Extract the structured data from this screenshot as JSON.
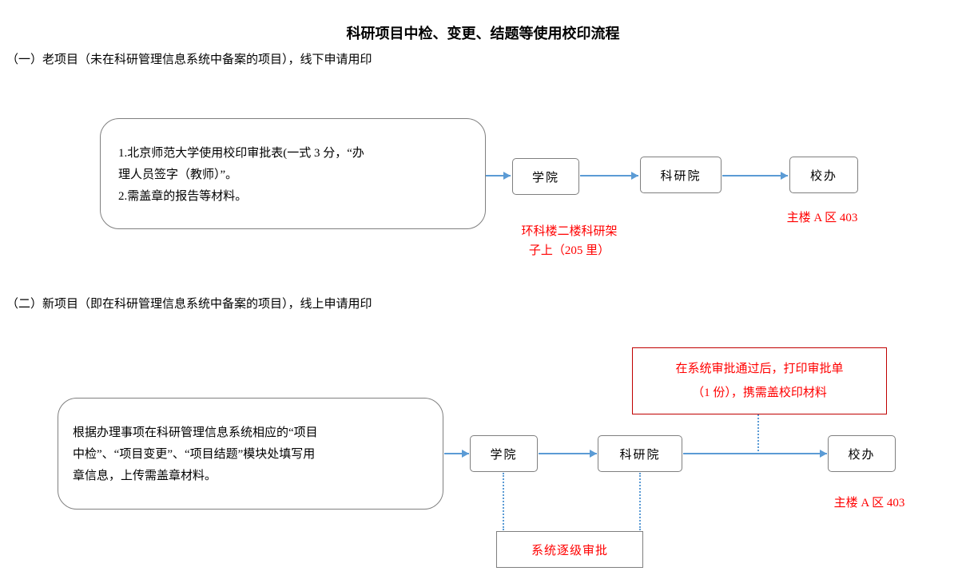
{
  "title": "科研项目中检、变更、结题等使用校印流程",
  "colors": {
    "arrow_blue": "#5B9BD5",
    "note_red": "#FF0000",
    "box_border_gray": "#7f7f7f",
    "red_box_border": "#C00000"
  },
  "section1": {
    "heading": "（一）老项目（未在科研管理信息系统中备案的项目），线下申请用印",
    "materials": "1.北京师范大学使用校印审批表(一式 3 分，“办\n理人员签字（教师）”。\n2.需盖章的报告等材料。",
    "node_college": "学院",
    "node_research": "科研院",
    "node_office": "校办",
    "note_location_college": "环科楼二楼科研架\n子上（205 里）",
    "note_location_office": "主楼 A 区 403"
  },
  "section2": {
    "heading": "（二）新项目（即在科研管理信息系统中备案的项目），线上申请用印",
    "materials": "根据办理事项在科研管理信息系统相应的“项目\n中检”、“项目变更”、“项目结题”模块处填写用\n章信息，上传需盖章材料。",
    "node_college": "学院",
    "node_research": "科研院",
    "node_office": "校办",
    "note_print": "在系统审批通过后，打印审批单\n（1 份），携需盖校印材料",
    "note_system_approval": "系统逐级审批",
    "note_location_office": "主楼 A 区 403"
  }
}
